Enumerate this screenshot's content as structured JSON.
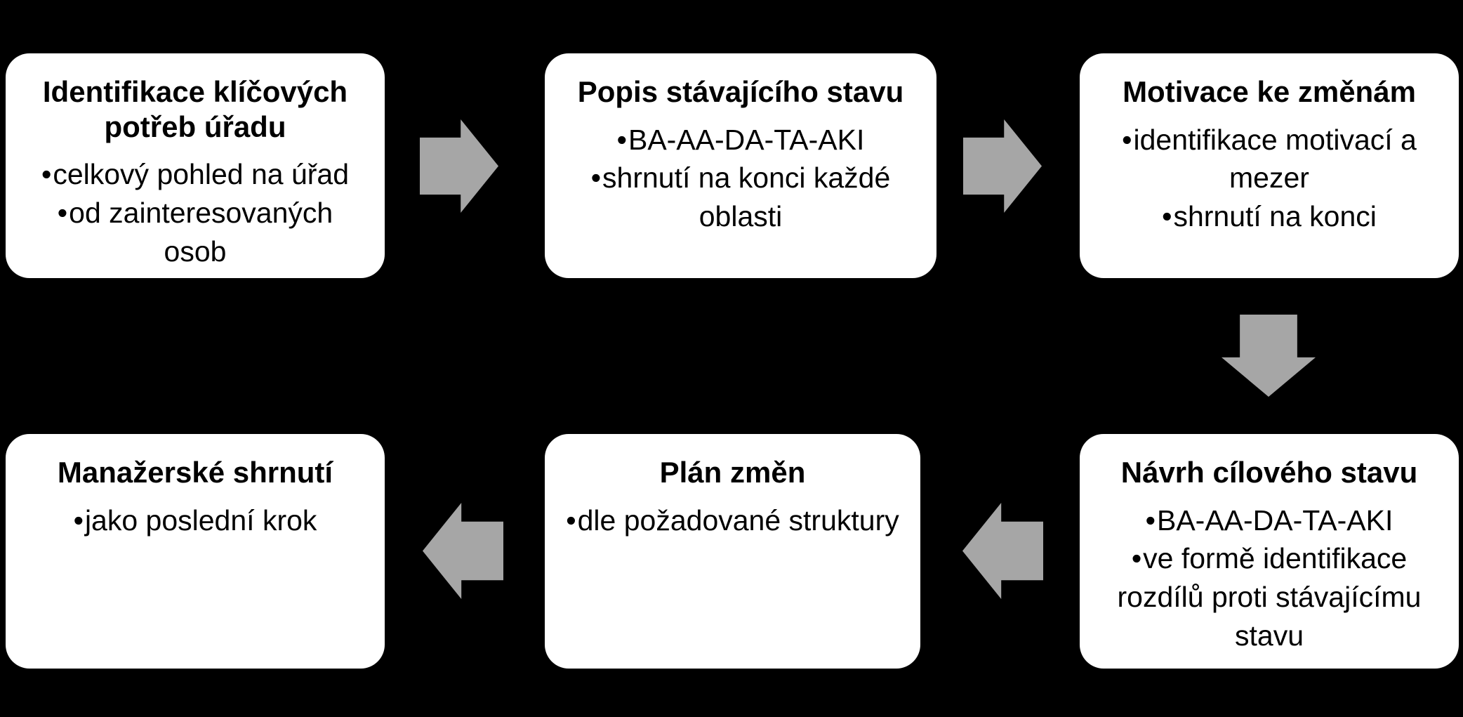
{
  "diagram": {
    "type": "process-flow",
    "bullet_char": "•",
    "colors": {
      "background": "#000000",
      "box_fill": "#ffffff",
      "text": "#000000",
      "arrow": "#a6a6a6"
    },
    "boxes": [
      {
        "title": "Identifikace klíčových potřeb úřadu",
        "bullets": [
          "celkový pohled na úřad",
          "od zainteresovaných osob"
        ]
      },
      {
        "title": "Popis stávajícího stavu",
        "bullets": [
          "BA-AA-DA-TA-AKI",
          "shrnutí na konci každé oblasti"
        ]
      },
      {
        "title": "Motivace ke změnám",
        "bullets": [
          "identifikace motivací a mezer",
          "shrnutí na konci"
        ]
      },
      {
        "title": "Návrh cílového stavu",
        "bullets": [
          "BA-AA-DA-TA-AKI",
          "ve formě identifikace rozdílů proti stávajícímu stavu"
        ]
      },
      {
        "title": "Plán změn",
        "bullets": [
          "dle požadované struktury"
        ]
      },
      {
        "title": "Manažerské shrnutí",
        "bullets": [
          "jako poslední krok"
        ]
      }
    ],
    "arrows": [
      {
        "from": "Identifikace klíčových potřeb úřadu",
        "to": "Popis stávajícího stavu",
        "direction": "right"
      },
      {
        "from": "Popis stávajícího stavu",
        "to": "Motivace ke změnám",
        "direction": "right"
      },
      {
        "from": "Motivace ke změnám",
        "to": "Návrh cílového stavu",
        "direction": "down"
      },
      {
        "from": "Návrh cílového stavu",
        "to": "Plán změn",
        "direction": "left"
      },
      {
        "from": "Plán změn",
        "to": "Manažerské shrnutí",
        "direction": "left"
      }
    ]
  }
}
